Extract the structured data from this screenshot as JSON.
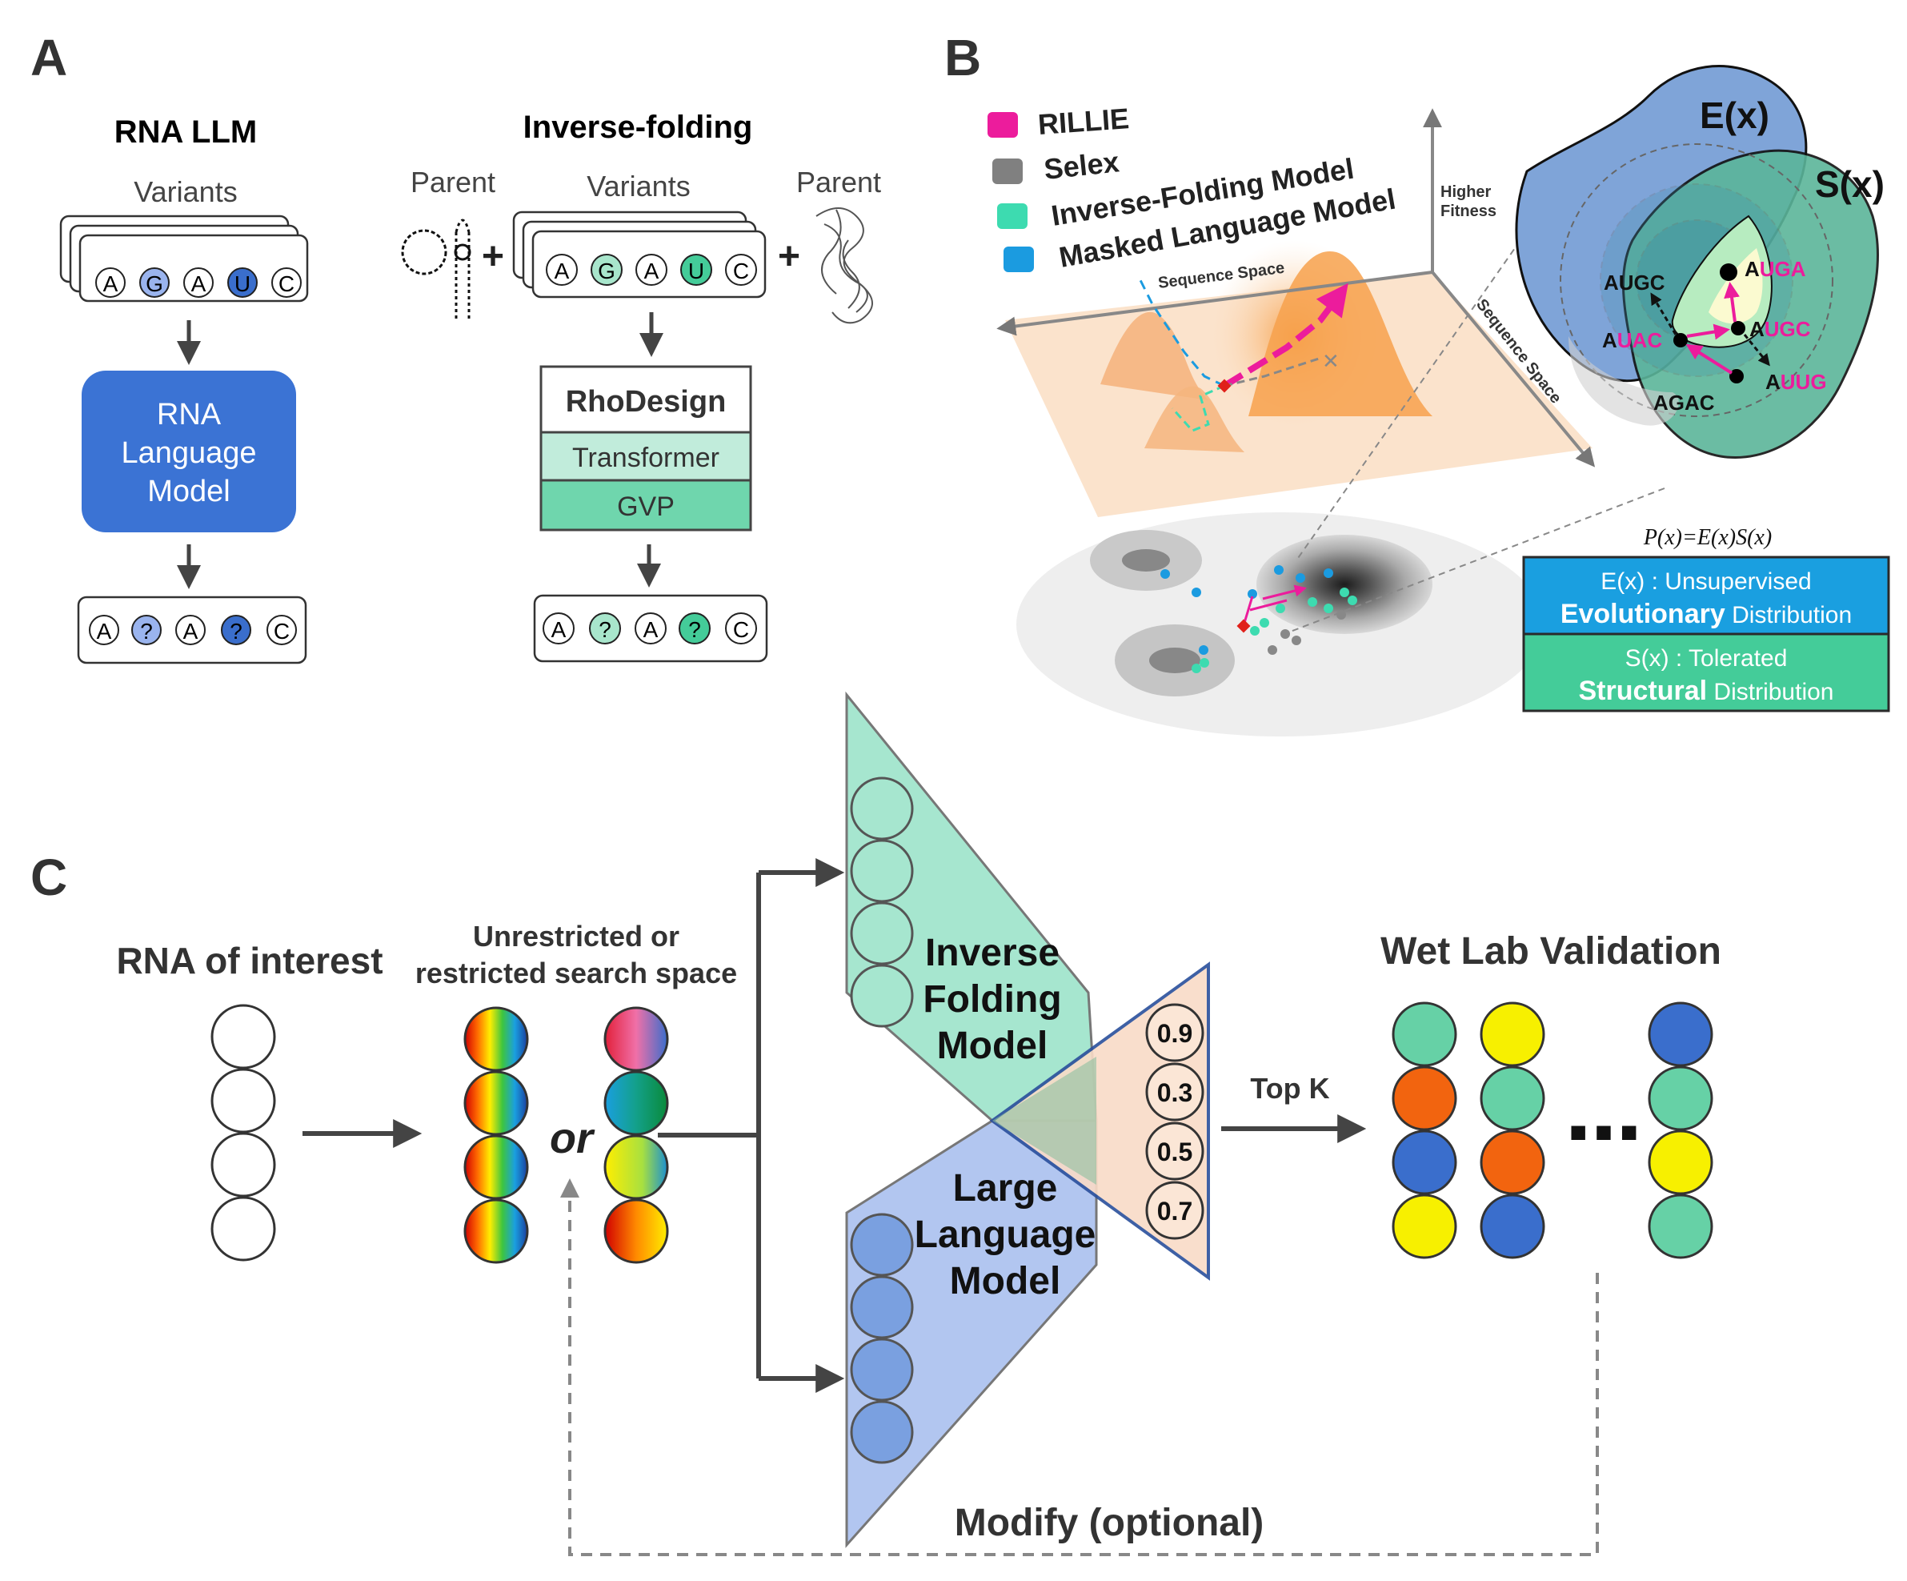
{
  "panel_labels": {
    "a": "A",
    "b": "B",
    "c": "C"
  },
  "panel_a": {
    "rna_llm": {
      "title": "RNA LLM",
      "variants_label": "Variants",
      "input_seq": [
        "A",
        "G",
        "A",
        "U",
        "C"
      ],
      "model_label_lines": [
        "RNA",
        "Language",
        "Model"
      ],
      "output_seq": [
        "A",
        "?",
        "A",
        "?",
        "C"
      ]
    },
    "inverse_folding": {
      "title": "Inverse-folding",
      "parent_left_label": "Parent",
      "variants_label": "Variants",
      "parent_right_label": "Parent",
      "input_seq": [
        "A",
        "G",
        "A",
        "U",
        "C"
      ],
      "plus": "+",
      "model_title": "RhoDesign",
      "layer_1": "Transformer",
      "layer_2": "GVP",
      "output_seq": [
        "A",
        "?",
        "A",
        "?",
        "C"
      ]
    }
  },
  "panel_b": {
    "legend": [
      {
        "label": "RILLIE",
        "color": "#ec1c9c"
      },
      {
        "label": "Selex",
        "color": "#808080"
      },
      {
        "label": "Inverse-Folding Model",
        "color": "#3ddbb0"
      },
      {
        "label": "Masked Language Model",
        "color": "#1b9be0"
      }
    ],
    "axis_y_label_line1": "Higher",
    "axis_y_label_line2": "Fitness",
    "axis_x_label": "Sequence Space",
    "axis_z_label": "Sequence Space",
    "ex_label": "E(x)",
    "sx_label": "S(x)",
    "sequences": {
      "augc_top": {
        "prefix": "A",
        "rest": "UGC"
      },
      "auac": {
        "prefix": "A",
        "rest": "UAC"
      },
      "auga": {
        "prefix": "A",
        "rest": "UGA"
      },
      "augc_right": {
        "prefix": "A",
        "rest": "UGC"
      },
      "auug": {
        "prefix": "A",
        "rest": "UUG"
      },
      "agac": "AGAC"
    },
    "formula": "P(x)=E(x)S(x)",
    "ex_box": {
      "line1": "E(x) : Unsupervised",
      "bold": "Evolutionary",
      "rest": " Distribution",
      "color": "#1a9fe0"
    },
    "sx_box": {
      "line1": "S(x) : Tolerated",
      "bold": "Structural",
      "rest": " Distribution",
      "color": "#44cc99"
    }
  },
  "panel_c": {
    "rna_of_interest": "RNA of interest",
    "search_space_line1": "Unrestricted or",
    "search_space_line2": "restricted search space",
    "or_label": "or",
    "inverse_folding_lines": [
      "Inverse",
      "Folding",
      "Model"
    ],
    "large_language_lines": [
      "Large",
      "Language",
      "Model"
    ],
    "scores": [
      "0.9",
      "0.3",
      "0.5",
      "0.7"
    ],
    "top_k": "Top K",
    "wet_lab": "Wet Lab Validation",
    "ellipsis": "■ ■ ■",
    "modify": "Modify (optional)",
    "wet_lab_columns": [
      [
        "#66d1a6",
        "#f2640f",
        "#3a6ecc",
        "#f7f000"
      ],
      [
        "#f7f000",
        "#66d1a6",
        "#f2640f",
        "#3a6ecc"
      ],
      [
        "#3a6ecc",
        "#66d1a6",
        "#f7f000",
        "#66d1a6"
      ]
    ]
  }
}
